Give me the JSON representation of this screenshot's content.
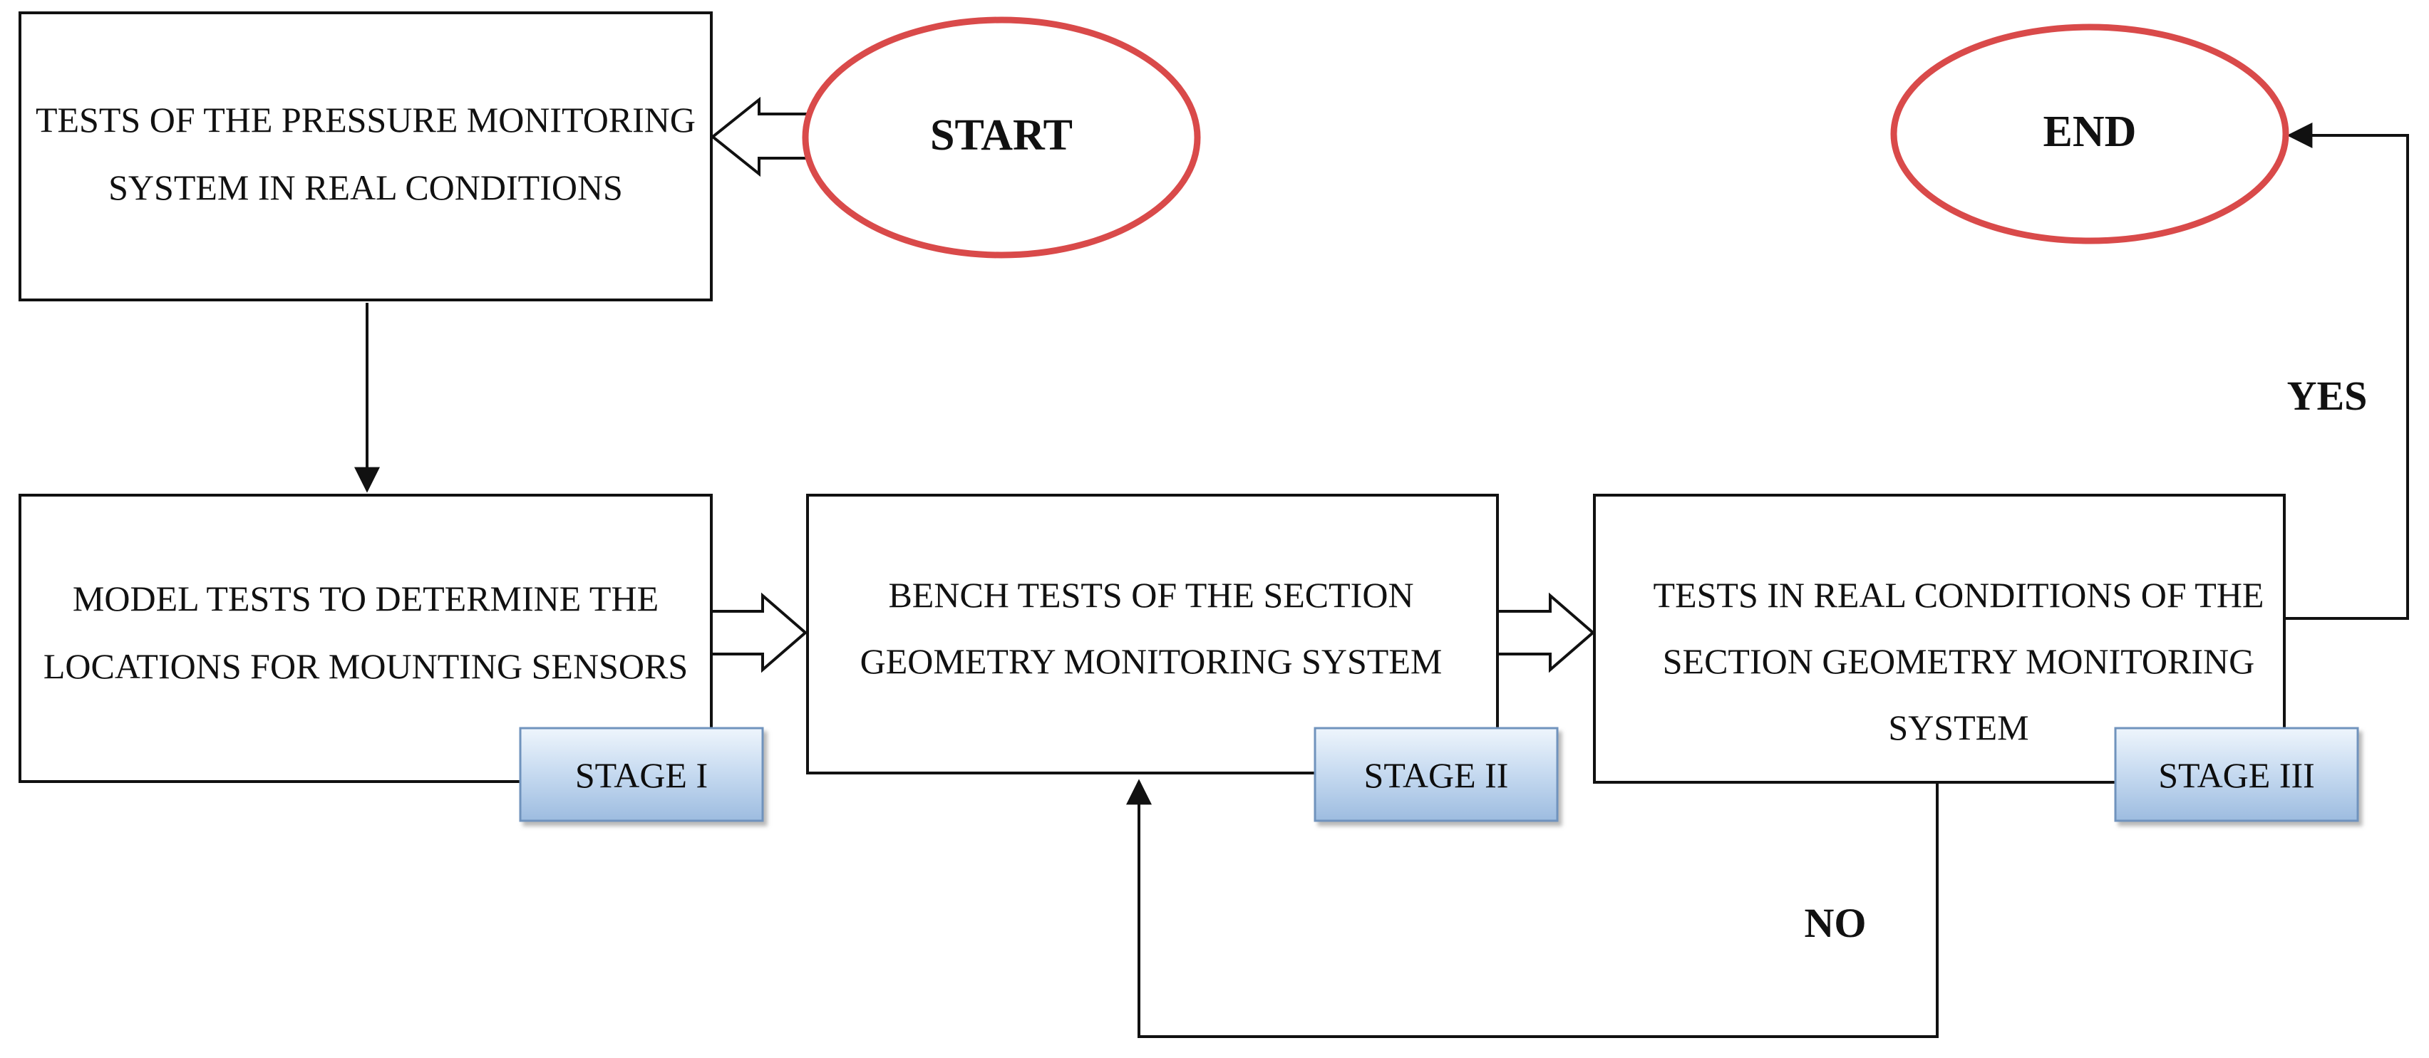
{
  "diagram": {
    "start_label": "START",
    "end_label": "END",
    "boxes": {
      "pressure": {
        "line1": "TESTS OF THE PRESSURE MONITORING",
        "line2": "SYSTEM IN REAL CONDITIONS"
      },
      "model": {
        "line1": "MODEL TESTS TO DETERMINE THE",
        "line2": "LOCATIONS FOR MOUNTING SENSORS"
      },
      "bench": {
        "line1": "BENCH TESTS OF THE SECTION",
        "line2": "GEOMETRY MONITORING SYSTEM"
      },
      "real": {
        "line1": "TESTS IN REAL CONDITIONS OF THE",
        "line2": "SECTION GEOMETRY MONITORING",
        "line3": "SYSTEM"
      }
    },
    "stages": {
      "stage1": "STAGE I",
      "stage2": "STAGE II",
      "stage3": "STAGE III"
    },
    "branches": {
      "yes": "YES",
      "no": "NO"
    },
    "colors": {
      "ellipse_stroke": "#d94a4a",
      "box_stroke": "#111111",
      "stage_fill_top": "#eaf2fb",
      "stage_fill_bottom": "#a8c4e4",
      "stage_border": "#6f93bd"
    }
  }
}
